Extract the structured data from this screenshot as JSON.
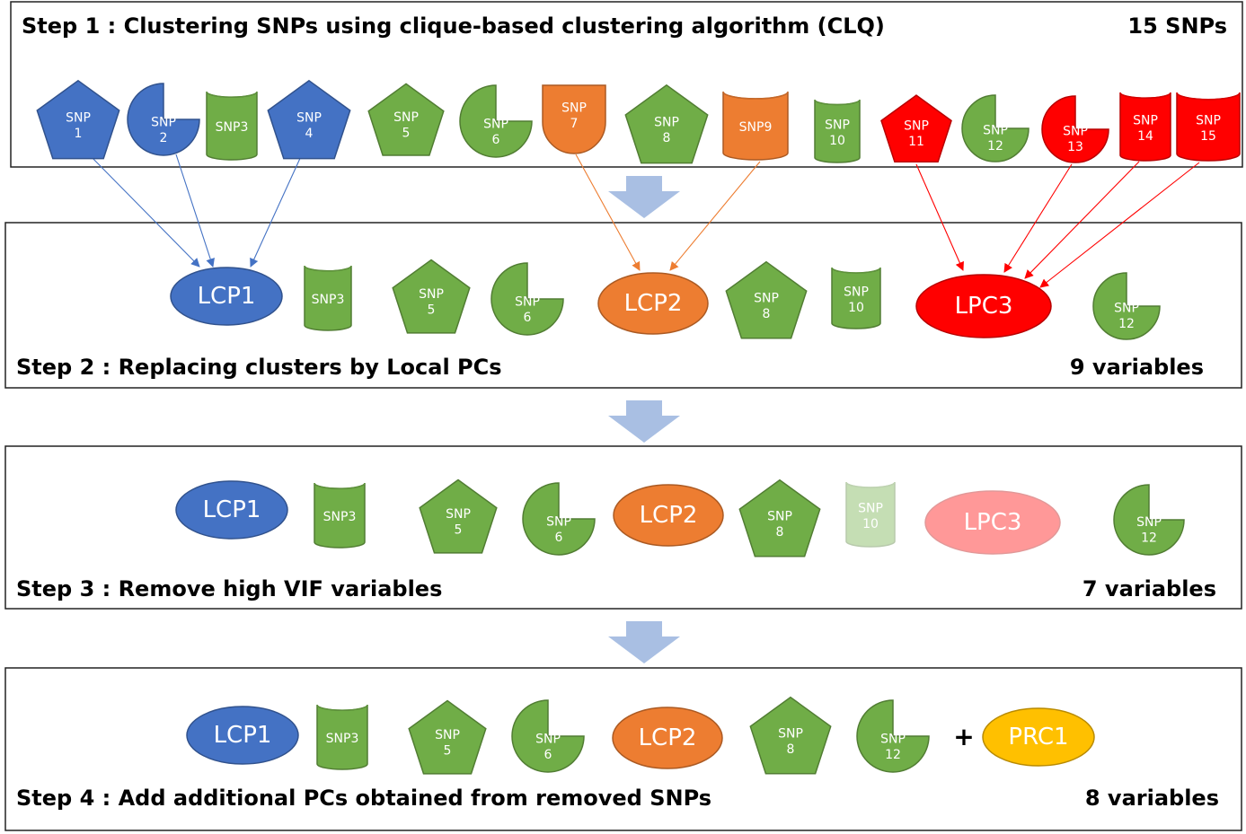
{
  "colors": {
    "blue": "#4472c4",
    "green": "#70ad47",
    "orange": "#ed7d31",
    "red": "#ff0000",
    "yellow": "#ffc000",
    "arrow": "#a9bfe3"
  },
  "step1": {
    "title": "Step 1 : Clustering SNPs using clique-based clustering algorithm (CLQ)",
    "count": "15 SNPs",
    "nodes": [
      {
        "id": "s1_snp1",
        "shape": "pentagon",
        "color": "blue",
        "lines": [
          "SNP",
          "1"
        ]
      },
      {
        "id": "s1_snp2",
        "shape": "pie",
        "color": "blue",
        "lines": [
          "SNP",
          "2"
        ]
      },
      {
        "id": "s1_snp3",
        "shape": "cylinder",
        "color": "green",
        "lines": [
          "SNP3"
        ]
      },
      {
        "id": "s1_snp4",
        "shape": "pentagon",
        "color": "blue",
        "lines": [
          "SNP",
          "4"
        ]
      },
      {
        "id": "s1_snp5",
        "shape": "pentagon",
        "color": "green",
        "lines": [
          "SNP",
          "5"
        ]
      },
      {
        "id": "s1_snp6",
        "shape": "pie",
        "color": "green",
        "lines": [
          "SNP",
          "6"
        ]
      },
      {
        "id": "s1_snp7",
        "shape": "tombstone",
        "color": "orange",
        "lines": [
          "SNP",
          "7"
        ]
      },
      {
        "id": "s1_snp8",
        "shape": "pentagon",
        "color": "green",
        "lines": [
          "SNP",
          "8"
        ]
      },
      {
        "id": "s1_snp9",
        "shape": "cylinder",
        "color": "orange",
        "lines": [
          "SNP9"
        ]
      },
      {
        "id": "s1_snp10",
        "shape": "cylinder",
        "color": "green",
        "lines": [
          "SNP",
          "10"
        ]
      },
      {
        "id": "s1_snp11",
        "shape": "pentagon",
        "color": "red",
        "lines": [
          "SNP",
          "11"
        ]
      },
      {
        "id": "s1_snp12",
        "shape": "pie",
        "color": "green",
        "lines": [
          "SNP",
          "12"
        ]
      },
      {
        "id": "s1_snp13",
        "shape": "pie",
        "color": "red",
        "lines": [
          "SNP",
          "13"
        ]
      },
      {
        "id": "s1_snp14",
        "shape": "cylinder",
        "color": "red",
        "lines": [
          "SNP",
          "14"
        ]
      },
      {
        "id": "s1_snp15",
        "shape": "cylinder",
        "color": "red",
        "lines": [
          "SNP",
          "15"
        ]
      }
    ]
  },
  "step2": {
    "title": "Step 2 : Replacing clusters by Local PCs",
    "count": "9 variables",
    "nodes": [
      {
        "id": "s2_lcp1",
        "shape": "ellipse",
        "color": "blue",
        "lines": [
          "LCP1"
        ]
      },
      {
        "id": "s2_snp3",
        "shape": "cylinder",
        "color": "green",
        "lines": [
          "SNP3"
        ]
      },
      {
        "id": "s2_snp5",
        "shape": "pentagon",
        "color": "green",
        "lines": [
          "SNP",
          "5"
        ]
      },
      {
        "id": "s2_snp6",
        "shape": "pie",
        "color": "green",
        "lines": [
          "SNP",
          "6"
        ]
      },
      {
        "id": "s2_lcp2",
        "shape": "ellipse",
        "color": "orange",
        "lines": [
          "LCP2"
        ]
      },
      {
        "id": "s2_snp8",
        "shape": "pentagon",
        "color": "green",
        "lines": [
          "SNP",
          "8"
        ]
      },
      {
        "id": "s2_snp10",
        "shape": "cylinder",
        "color": "green",
        "lines": [
          "SNP",
          "10"
        ]
      },
      {
        "id": "s2_lpc3",
        "shape": "ellipse",
        "color": "red",
        "lines": [
          "LPC3"
        ]
      },
      {
        "id": "s2_snp12",
        "shape": "pie",
        "color": "green",
        "lines": [
          "SNP",
          "12"
        ]
      }
    ]
  },
  "step3": {
    "title": "Step 3 : Remove high VIF variables",
    "count": "7 variables",
    "nodes": [
      {
        "id": "s3_lcp1",
        "shape": "ellipse",
        "color": "blue",
        "lines": [
          "LCP1"
        ]
      },
      {
        "id": "s3_snp3",
        "shape": "cylinder",
        "color": "green",
        "lines": [
          "SNP3"
        ]
      },
      {
        "id": "s3_snp5",
        "shape": "pentagon",
        "color": "green",
        "lines": [
          "SNP",
          "5"
        ]
      },
      {
        "id": "s3_snp6",
        "shape": "pie",
        "color": "green",
        "lines": [
          "SNP",
          "6"
        ]
      },
      {
        "id": "s3_lcp2",
        "shape": "ellipse",
        "color": "orange",
        "lines": [
          "LCP2"
        ]
      },
      {
        "id": "s3_snp8",
        "shape": "pentagon",
        "color": "green",
        "lines": [
          "SNP",
          "8"
        ]
      },
      {
        "id": "s3_snp10",
        "shape": "cylinder",
        "color": "green",
        "lines": [
          "SNP",
          "10"
        ],
        "removed": true
      },
      {
        "id": "s3_lpc3",
        "shape": "ellipse",
        "color": "red",
        "lines": [
          "LPC3"
        ],
        "removed": true
      },
      {
        "id": "s3_snp12",
        "shape": "pie",
        "color": "green",
        "lines": [
          "SNP",
          "12"
        ]
      }
    ]
  },
  "step4": {
    "title": "Step 4 : Add additional PCs obtained from removed SNPs",
    "count": "8 variables",
    "plus": "+",
    "nodes": [
      {
        "id": "s4_lcp1",
        "shape": "ellipse",
        "color": "blue",
        "lines": [
          "LCP1"
        ]
      },
      {
        "id": "s4_snp3",
        "shape": "cylinder",
        "color": "green",
        "lines": [
          "SNP3"
        ]
      },
      {
        "id": "s4_snp5",
        "shape": "pentagon",
        "color": "green",
        "lines": [
          "SNP",
          "5"
        ]
      },
      {
        "id": "s4_snp6",
        "shape": "pie",
        "color": "green",
        "lines": [
          "SNP",
          "6"
        ]
      },
      {
        "id": "s4_lcp2",
        "shape": "ellipse",
        "color": "orange",
        "lines": [
          "LCP2"
        ]
      },
      {
        "id": "s4_snp8",
        "shape": "pentagon",
        "color": "green",
        "lines": [
          "SNP",
          "8"
        ]
      },
      {
        "id": "s4_snp12",
        "shape": "pie",
        "color": "green",
        "lines": [
          "SNP",
          "12"
        ]
      },
      {
        "id": "s4_prc1",
        "shape": "ellipse",
        "color": "yellow",
        "lines": [
          "PRC1"
        ]
      }
    ]
  },
  "edges": [
    {
      "from": "s1_snp1",
      "to": "s2_lcp1",
      "color": "blue"
    },
    {
      "from": "s1_snp2",
      "to": "s2_lcp1",
      "color": "blue"
    },
    {
      "from": "s1_snp4",
      "to": "s2_lcp1",
      "color": "blue"
    },
    {
      "from": "s1_snp7",
      "to": "s2_lcp2",
      "color": "orange"
    },
    {
      "from": "s1_snp9",
      "to": "s2_lcp2",
      "color": "orange"
    },
    {
      "from": "s1_snp11",
      "to": "s2_lpc3",
      "color": "red"
    },
    {
      "from": "s1_snp13",
      "to": "s2_lpc3",
      "color": "red"
    },
    {
      "from": "s1_snp14",
      "to": "s2_lpc3",
      "color": "red"
    },
    {
      "from": "s1_snp15",
      "to": "s2_lpc3",
      "color": "red"
    }
  ]
}
